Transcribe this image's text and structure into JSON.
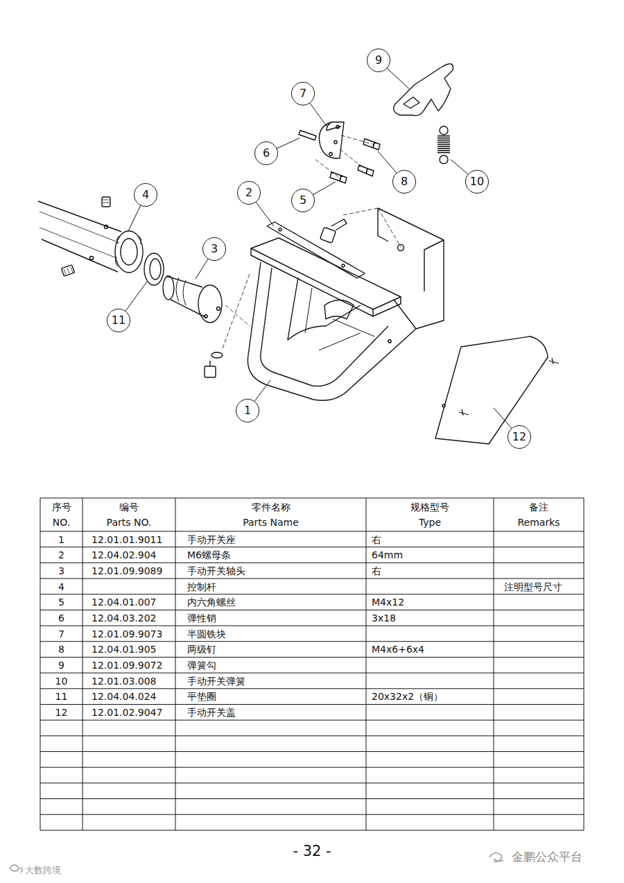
{
  "diagram": {
    "nodes": [
      {
        "text": [
          "9"
        ]
      },
      {
        "text": [
          "7"
        ]
      },
      {
        "text": [
          "6"
        ]
      },
      {
        "text": [
          "8"
        ]
      },
      {
        "text": [
          "10"
        ]
      },
      {
        "text": [
          "4"
        ]
      },
      {
        "text": [
          "2"
        ]
      },
      {
        "text": [
          "5"
        ]
      },
      {
        "text": [
          "3"
        ]
      },
      {
        "text": [
          "11"
        ]
      },
      {
        "text": [
          "1"
        ]
      },
      {
        "text": [
          "12"
        ]
      }
    ],
    "edges": [],
    "labels": [
      "序号",
      "NO.",
      "编号",
      "Parts NO.",
      "零件名称",
      "Parts Name",
      "规格型号",
      "Type",
      "备注",
      "Remarks",
      "1",
      "12.01.01.9011",
      "手动开关座",
      "右",
      "2",
      "12.04.02.904",
      "M6螺母条",
      "64mm",
      "3",
      "12.01.09.9089",
      "手动开关轴头",
      "右",
      "4",
      "控制杆",
      "注明型号尺寸",
      "5",
      "12.04.01.007",
      "内六角螺丝",
      "M4x12",
      "6",
      "12.04.03.202",
      "弹性销",
      "3x18",
      "7",
      "12.01.09.9073",
      "半圆铁块",
      "8",
      "12.04.01.905",
      "两级钉",
      "M4x6+6x4",
      "9",
      "12.01.09.9072",
      "弹簧勾",
      "10",
      "12.01.03.008",
      "手动开关弹簧",
      "11",
      "12.04.04.024",
      "平垫圈",
      "20x32x2（铜）",
      "12",
      "12.01.02.9047",
      "手动开关盖",
      "- 32 -",
      "金鹏公众平台",
      "大数跨境"
    ]
  }
}
